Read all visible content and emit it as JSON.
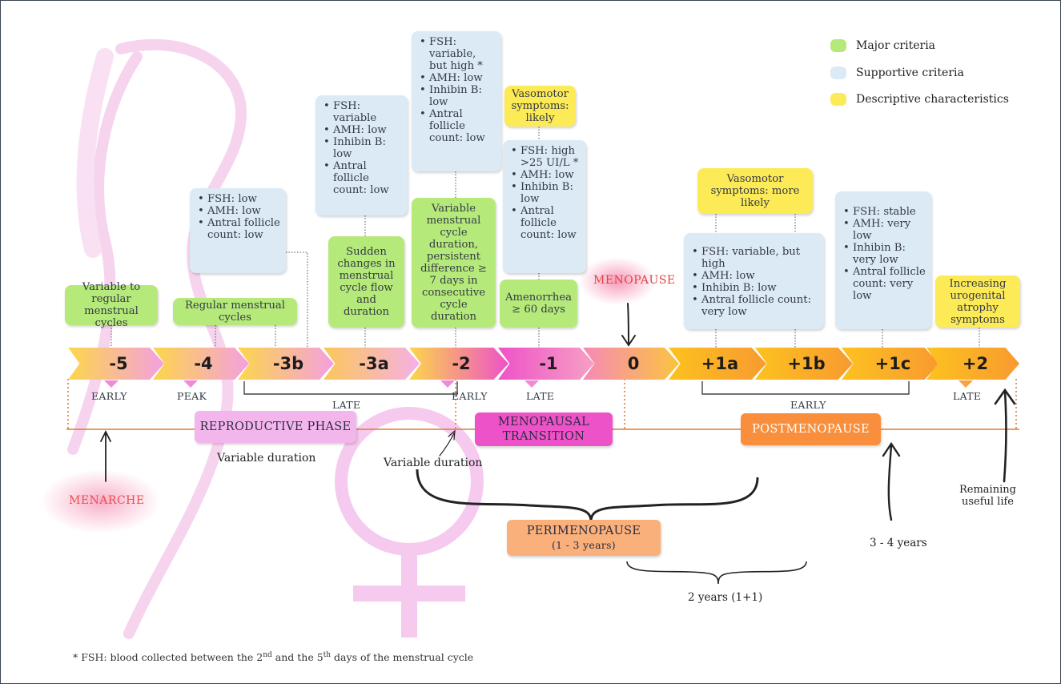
{
  "legend": {
    "major": "Major criteria",
    "supportive": "Supportive criteria",
    "descriptive": "Descriptive characteristics",
    "colors": {
      "major": "#b5ea7a",
      "supportive": "#dceaf6",
      "descriptive": "#fcea57"
    }
  },
  "stages": [
    {
      "id": "-5",
      "label": "-5"
    },
    {
      "id": "-4",
      "label": "-4"
    },
    {
      "id": "-3b",
      "label": "-3b"
    },
    {
      "id": "-3a",
      "label": "-3a"
    },
    {
      "id": "-2",
      "label": "-2"
    },
    {
      "id": "-1",
      "label": "-1"
    },
    {
      "id": "0",
      "label": "0"
    },
    {
      "id": "+1a",
      "label": "+1a"
    },
    {
      "id": "+1b",
      "label": "+1b"
    },
    {
      "id": "+1c",
      "label": "+1c"
    },
    {
      "id": "+2",
      "label": "+2"
    }
  ],
  "sublabels": {
    "early1": "EARLY",
    "peak": "PEAK",
    "late1": "LATE",
    "early2": "EARLY",
    "late2": "LATE",
    "early3": "EARLY",
    "late3": "LATE"
  },
  "major_criteria": {
    "s5": "Variable to regular menstrual cycles",
    "s4": "Regular menstrual cycles",
    "s3a": "Sudden changes in menstrual cycle flow and duration",
    "s2": "Variable menstrual cycle duration, persistent difference ≥ 7 days in consecutive cycle duration",
    "s1": "Amenorrhea ≥ 60 days"
  },
  "supportive_criteria": {
    "s3b": [
      "FSH: low",
      "AMH: low",
      "Antral follicle count: low"
    ],
    "s3a": [
      "FSH: variable",
      "AMH: low",
      "Inhibin B: low",
      "Antral follicle count: low"
    ],
    "s2": [
      "FSH: variable, but high *",
      "AMH: low",
      "Inhibin B: low",
      "Antral follicle count: low"
    ],
    "s1": [
      "FSH: high >25 UI/L *",
      "AMH: low",
      "Inhibin B: low",
      "Antral follicle count: low"
    ],
    "p1ab": [
      "FSH: variable, but high",
      "AMH: low",
      "Inhibin B: low",
      "Antral follicle count: very low"
    ],
    "p1c": [
      "FSH: stable",
      "AMH: very low",
      "Inhibin B: very low",
      "Antral follicle count: very low"
    ]
  },
  "descriptive": {
    "s1": "Vasomotor symptoms: likely",
    "p1ab": "Vasomotor symptoms: more likely",
    "p2": "Increasing urogenital atrophy symptoms"
  },
  "phases": {
    "reproductive": "REPRODUCTIVE PHASE",
    "transition": "MENOPAUSAL TRANSITION",
    "postmenopause": "POSTMENOPAUSE",
    "perimenopause_title": "PERIMENOPAUSE",
    "perimenopause_years": "(1 - 3 years)"
  },
  "annotations": {
    "menopause": "MENOPAUSE",
    "menarche": "MENARCHE",
    "variable_duration_1": "Variable duration",
    "variable_duration_2": "Variable duration",
    "remaining_1": "Remaining",
    "remaining_2": "useful life",
    "three_four": "3 - 4 years",
    "two_years": "2 years (1+1)"
  },
  "footnote": {
    "prefix": "* FSH: blood collected between the 2",
    "sup1": "nd",
    "mid": " and the 5",
    "sup2": "th",
    "suffix": " days of the menstrual cycle"
  }
}
